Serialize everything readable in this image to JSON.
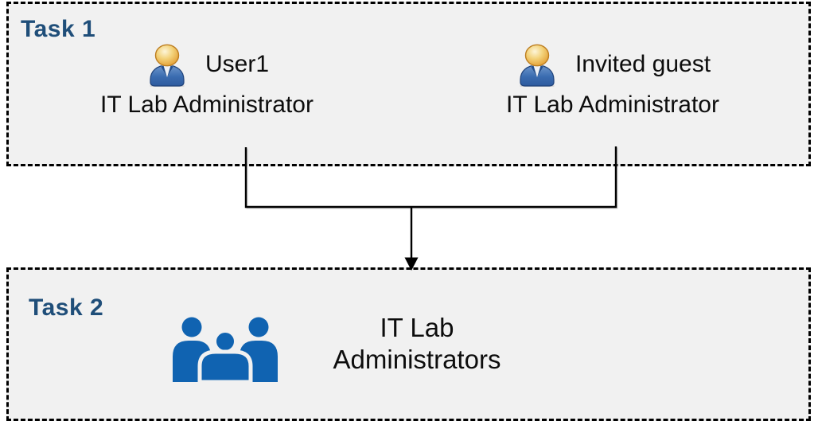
{
  "task1": {
    "label": "Task 1",
    "personas": [
      {
        "name": "User1",
        "role": "IT Lab Administrator",
        "icon": "person-icon"
      },
      {
        "name": "Invited guest",
        "role": "IT Lab Administrator",
        "icon": "person-icon"
      }
    ]
  },
  "task2": {
    "label": "Task 2",
    "group_name": "IT Lab Administrators",
    "icon": "people-group-icon"
  },
  "connector": {
    "description": "lines from both Task 1 personas merge and arrow points to Task 2 group"
  },
  "colors": {
    "box_background": "#f1f1f1",
    "box_border": "#000000",
    "task_label": "#1f4e79",
    "body_text": "#0d0d0d",
    "group_icon_blue": "#1063b1",
    "persona_head_orange": "#e29a2e",
    "persona_head_rim": "#bc7d1f",
    "persona_body_blue": "#3a6cb0",
    "persona_body_rim": "#1e4179",
    "connector_line": "#000000"
  }
}
